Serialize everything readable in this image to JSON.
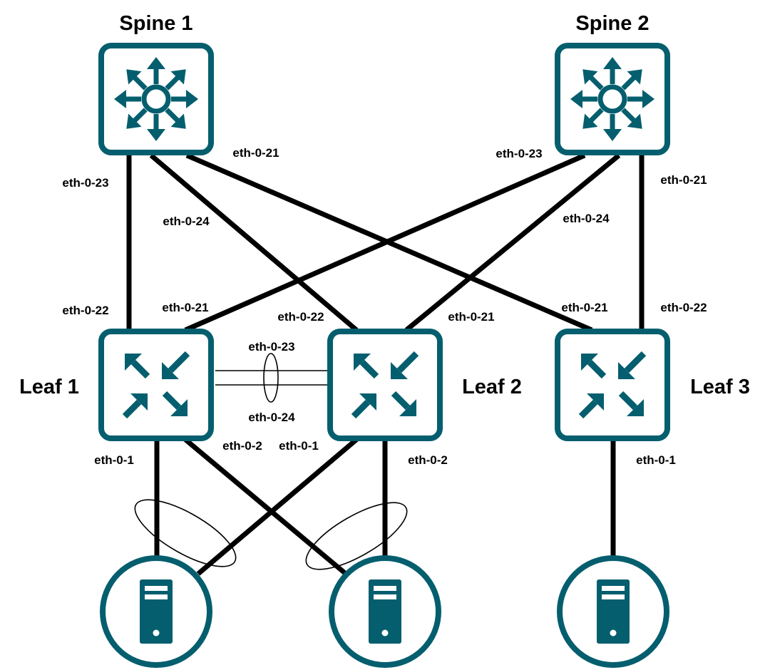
{
  "colors": {
    "device": "#045e6e",
    "link": "#000000",
    "background": "#ffffff"
  },
  "nodes": {
    "spine1": {
      "label": "Spine 1",
      "icon": "spine-switch-icon"
    },
    "spine2": {
      "label": "Spine 2",
      "icon": "spine-switch-icon"
    },
    "leaf1": {
      "label": "Leaf 1",
      "icon": "leaf-switch-icon"
    },
    "leaf2": {
      "label": "Leaf 2",
      "icon": "leaf-switch-icon"
    },
    "leaf3": {
      "label": "Leaf 3",
      "icon": "leaf-switch-icon"
    },
    "server1": {
      "icon": "server-icon"
    },
    "server2": {
      "icon": "server-icon"
    },
    "server3": {
      "icon": "server-icon"
    }
  },
  "ports": {
    "spine1_to_leaf1": "eth-0-23",
    "spine1_to_leaf2": "eth-0-24",
    "spine1_to_leaf3": "eth-0-21",
    "spine2_to_leaf1": "eth-0-23",
    "spine2_to_leaf2": "eth-0-24",
    "spine2_to_leaf3": "eth-0-21",
    "leaf1_to_spine1": "eth-0-22",
    "leaf1_to_spine2": "eth-0-21",
    "leaf2_to_spine1": "eth-0-22",
    "leaf2_to_spine2": "eth-0-21",
    "leaf3_to_spine1": "eth-0-21",
    "leaf3_to_spine2": "eth-0-22",
    "peer_link_top": "eth-0-23",
    "peer_link_bottom": "eth-0-24",
    "leaf1_to_server1": "eth-0-1",
    "leaf1_to_server2": "eth-0-2",
    "leaf2_to_server1": "eth-0-1",
    "leaf2_to_server2": "eth-0-2",
    "leaf3_to_server3": "eth-0-1"
  }
}
